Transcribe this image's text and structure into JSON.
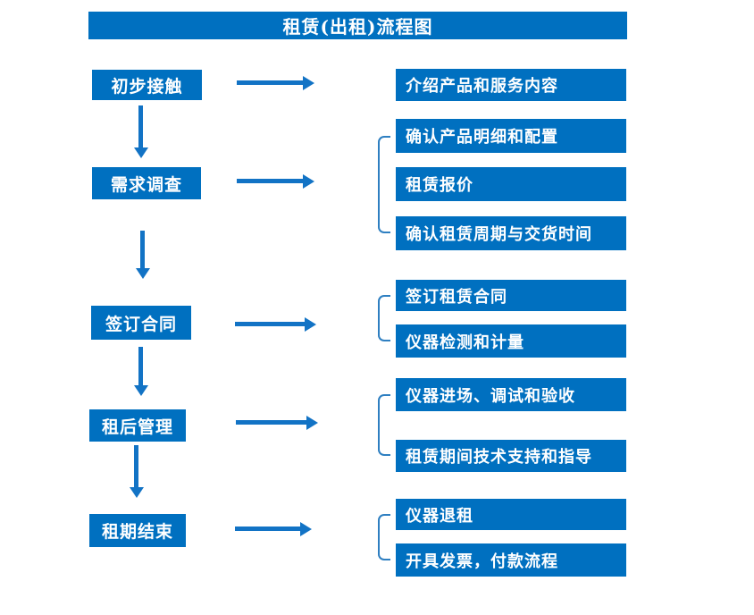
{
  "title": "租赁(出租)流程图",
  "colors": {
    "box": "#0070C0",
    "arrow": "#1273C5",
    "bracket": "#2E7FC1",
    "text": "#FFFFFF",
    "background": "#FFFFFF"
  },
  "steps": [
    {
      "label": "初步接触",
      "details": [
        "介绍产品和服务内容"
      ]
    },
    {
      "label": "需求调查",
      "details": [
        "确认产品明细和配置",
        "租赁报价",
        "确认租赁周期与交货时间"
      ]
    },
    {
      "label": "签订合同",
      "details": [
        "签订租赁合同",
        "仪器检测和计量"
      ]
    },
    {
      "label": "租后管理",
      "details": [
        "仪器进场、调试和验收",
        "租赁期间技术支持和指导"
      ]
    },
    {
      "label": "租期结束",
      "details": [
        "仪器退租",
        "开具发票，付款流程"
      ]
    }
  ]
}
